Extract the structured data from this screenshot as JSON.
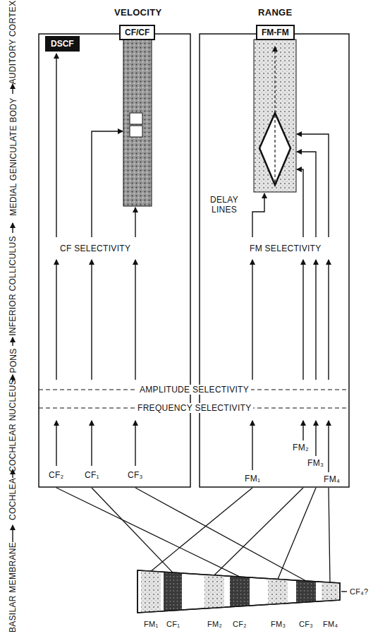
{
  "diagram": {
    "nodes": [
      {
        "text": [
          "DSCF"
        ]
      },
      {
        "text": [
          "CF/CF"
        ]
      },
      {
        "text": [
          "FM-FM"
        ]
      }
    ],
    "labels": [
      "AUDITORY CORTEX",
      "MEDIAL GENICULATE BODY",
      "INFERIOR COLLICULUS",
      "PONS",
      "COCHLEAR NUCLEUS",
      "COCHLEA",
      "BASILAR MEMBRANE",
      "VELOCITY",
      "RANGE",
      "DELAY LINES",
      "CF SELECTIVITY",
      "FM SELECTIVITY",
      "AMPLITUDE SELECTIVITY",
      "FREQUENCY SELECTIVITY",
      "CF₂",
      "CF₁",
      "CF₃",
      "FM₁",
      "FM₂",
      "FM₃",
      "FM₄",
      "FM₁",
      "CF₁",
      "FM₂",
      "CF₂",
      "FM₃",
      "CF₃",
      "FM₄",
      "CF₄?"
    ]
  }
}
